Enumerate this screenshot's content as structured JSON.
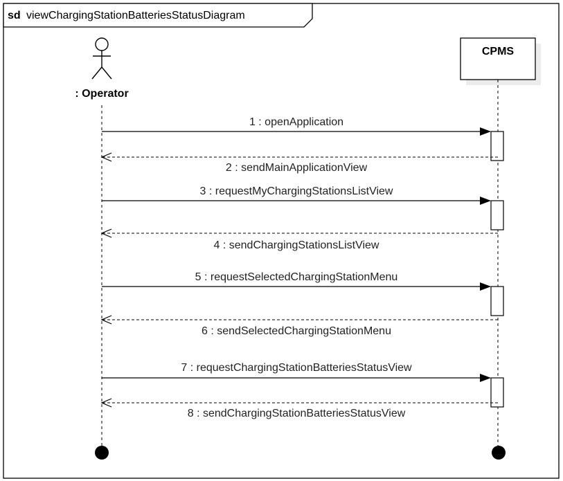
{
  "frame": {
    "keyword": "sd",
    "name": "viewChargingStationBatteriesStatusDiagram"
  },
  "actor": {
    "label": ": Operator"
  },
  "system": {
    "label": "CPMS"
  },
  "messages": [
    {
      "n": 1,
      "text": "1 : openApplication",
      "kind": "call"
    },
    {
      "n": 2,
      "text": "2 : sendMainApplicationView",
      "kind": "return"
    },
    {
      "n": 3,
      "text": "3 : requestMyChargingStationsListView",
      "kind": "call"
    },
    {
      "n": 4,
      "text": "4 : sendChargingStationsListView",
      "kind": "return"
    },
    {
      "n": 5,
      "text": "5 : requestSelectedChargingStationMenu",
      "kind": "call"
    },
    {
      "n": 6,
      "text": "6 : sendSelectedChargingStationMenu",
      "kind": "return"
    },
    {
      "n": 7,
      "text": "7 : requestChargingStationBatteriesStatusView",
      "kind": "call"
    },
    {
      "n": 8,
      "text": "8 : sendChargingStationBatteriesStatusView",
      "kind": "return"
    }
  ]
}
